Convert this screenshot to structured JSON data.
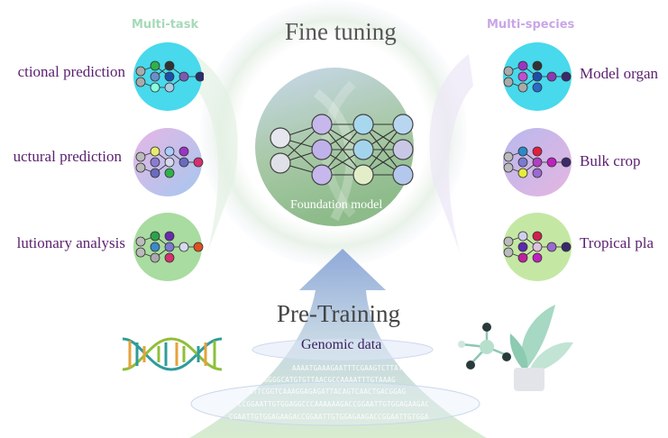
{
  "headers": {
    "multi_task": "Multi-task",
    "multi_species": "Multi-species"
  },
  "center": {
    "fine_tuning": "Fine tuning",
    "foundation_model": "Foundation model",
    "pre_training": "Pre-Training",
    "genomic_data": "Genomic data"
  },
  "tasks": [
    {
      "label": "ctional prediction"
    },
    {
      "label": "uctural prediction"
    },
    {
      "label": "lutionary analysis"
    }
  ],
  "species": [
    {
      "label": "Model organ"
    },
    {
      "label": "Bulk crop"
    },
    {
      "label": "Tropical pla"
    }
  ],
  "sequences": [
    "AAAATGAAAGAATTTCGAAGTCTTATAT",
    "GGGGGCATGTGTTAACGCCAAAATTTGTAAAG",
    "ATTCGGTCAAAGGAGAGATTACAGTCAACTGACGGAG",
    "CCGGAATTGTGGAGGCCCAAAAAAGACCGGAATTGTGGAGAAGAC",
    "CGAATTGTGGAGAAGACCGGAATTGTGGAGAAGACCGGAATTGTGGA"
  ],
  "colors": {
    "multi_task": "#a6d9b8",
    "multi_species": "#c9a6e6",
    "label_text": "#5a1f6e",
    "model_circle": "#7ab88a",
    "arrow_top": "#8fa9d9",
    "arrow_bottom": "#d8ecd0"
  },
  "icons": [
    "dna-icon",
    "plant-icon",
    "network-icon",
    "neural-network-icon"
  ]
}
